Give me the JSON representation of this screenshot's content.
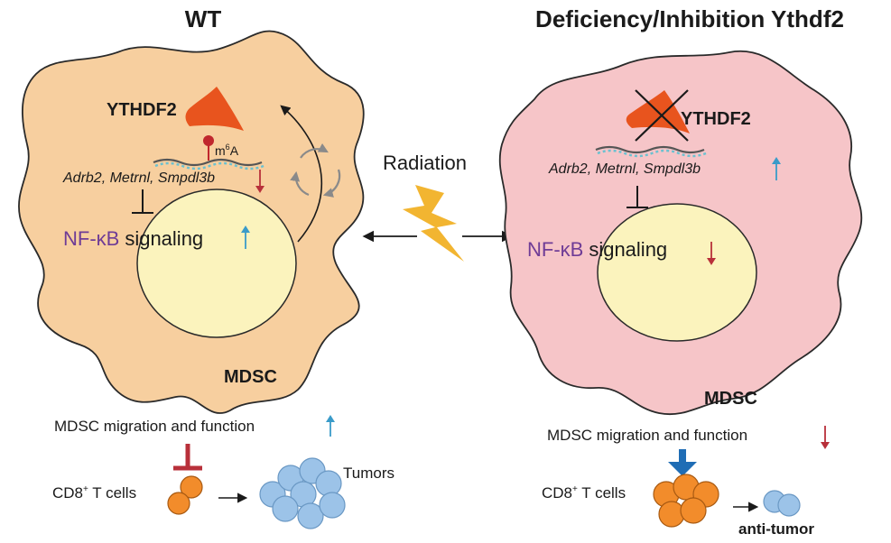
{
  "left": {
    "title": "WT",
    "protein": "YTHDF2",
    "mod_m": "m",
    "mod_sup": "6",
    "mod_a": "A",
    "genes": "Adrb2, Metrnl, Smpdl3b",
    "nfkb": "NF-κB",
    "signaling": "signaling",
    "cell_label": "MDSC",
    "effect_prefix": "MDSC migration and function",
    "tcell_cd8": "CD8",
    "tcell_sup": "+",
    "tcell_rest": " T cells",
    "tumor_label": "Tumors"
  },
  "right": {
    "title": "Deficiency/Inhibition Ythdf2",
    "protein": "YTHDF2",
    "genes": "Adrb2, Metrnl, Smpdl3b",
    "nfkb": "NF-κB",
    "signaling": "signaling",
    "cell_label": "MDSC",
    "effect_prefix": "MDSC migration and function",
    "tcell_cd8": "CD8",
    "tcell_sup": "+",
    "tcell_rest": " T cells",
    "outcome_label": "anti-tumor"
  },
  "center": {
    "stimulus": "Radiation"
  },
  "colors": {
    "wt_cell": "#f7cf9f",
    "ko_cell": "#f6c5c8",
    "nucleus": "#fbf3bd",
    "ythdf2": "#e8541e",
    "nfkb_text": "#6f3c96",
    "mdsc_text": "#7a5520",
    "up_arrow": "#3a9bc9",
    "down_arrow": "#b8303a",
    "lightning": "#f2b531",
    "tcell": "#f28c2b",
    "tumor": "#9cc3e8",
    "inhibit_bar": "#b8303a",
    "promote_arrow": "#1f6db5"
  },
  "arrows": {
    "left_gene": "down",
    "left_nfkb": "up",
    "left_effect": "up",
    "right_gene": "up",
    "right_nfkb": "down",
    "right_effect": "down"
  }
}
